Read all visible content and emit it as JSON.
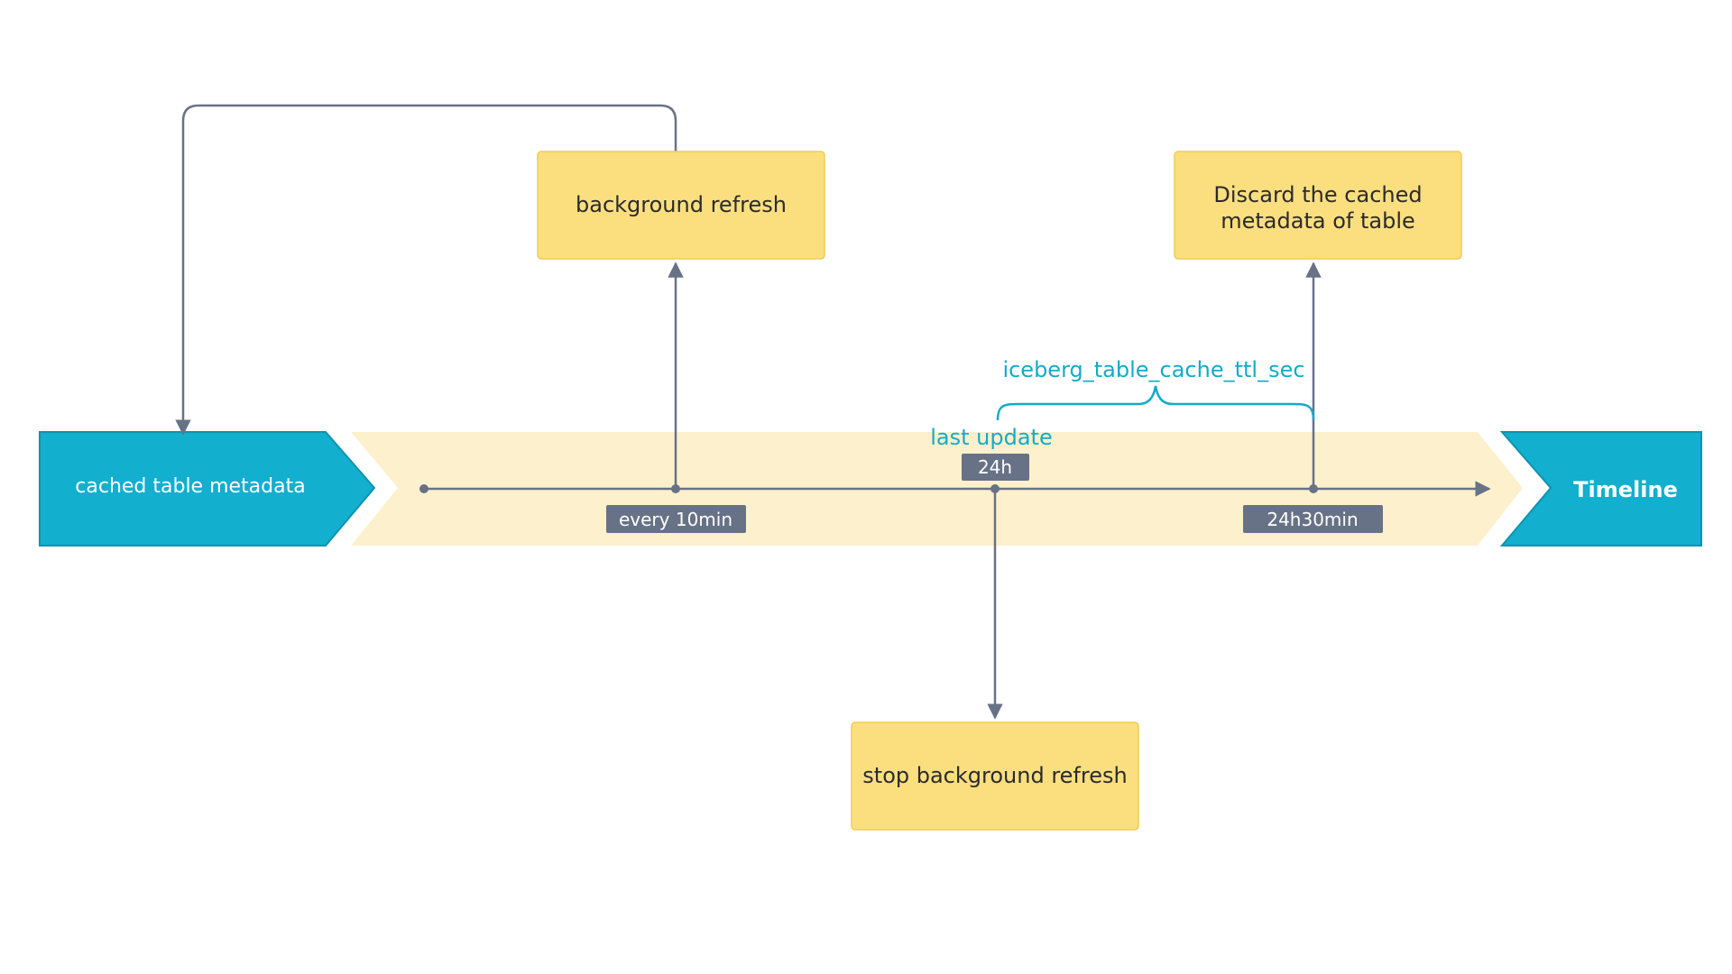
{
  "colors": {
    "teal": "#12afce",
    "teal_edge": "#0e93ae",
    "band": "#fdf0cc",
    "box_fill": "#fbdf7f",
    "box_edge": "#f2cc56",
    "line": "#677286",
    "tag": "#677286",
    "annotation": "#13abc9"
  },
  "left_chevron": {
    "label": "cached table metadata"
  },
  "right_chevron": {
    "label": "Timeline"
  },
  "boxes": {
    "background_refresh": "background refresh",
    "discard_line1": "Discard the cached",
    "discard_line2": "metadata of table",
    "stop_refresh": "stop background refresh"
  },
  "tags": {
    "every_10min": "every 10min",
    "h24": "24h",
    "h24_30min": "24h30min"
  },
  "annotations": {
    "last_update": "last update",
    "ttl_param": "iceberg_table_cache_ttl_sec"
  }
}
